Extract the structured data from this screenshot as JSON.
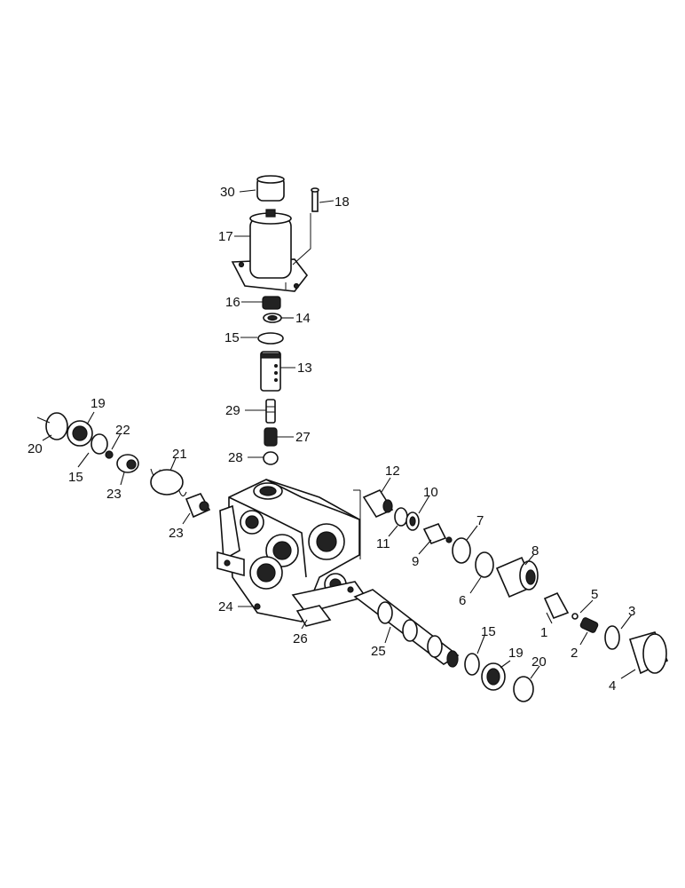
{
  "diagram": {
    "labels": {
      "p1": "1",
      "p2": "2",
      "p3": "3",
      "p4": "4",
      "p5": "5",
      "p6": "6",
      "p7": "7",
      "p8": "8",
      "p9": "9",
      "p10": "10",
      "p11": "11",
      "p12": "12",
      "p13": "13",
      "p14": "14",
      "p15a": "15",
      "p15b": "15",
      "p15c": "15",
      "p16": "16",
      "p17": "17",
      "p18": "18",
      "p19a": "19",
      "p19b": "19",
      "p20a": "20",
      "p20b": "20",
      "p21": "21",
      "p22": "22",
      "p23a": "23",
      "p23b": "23",
      "p24": "24",
      "p25": "25",
      "p26": "26",
      "p27": "27",
      "p28": "28",
      "p29": "29",
      "p30": "30"
    }
  }
}
